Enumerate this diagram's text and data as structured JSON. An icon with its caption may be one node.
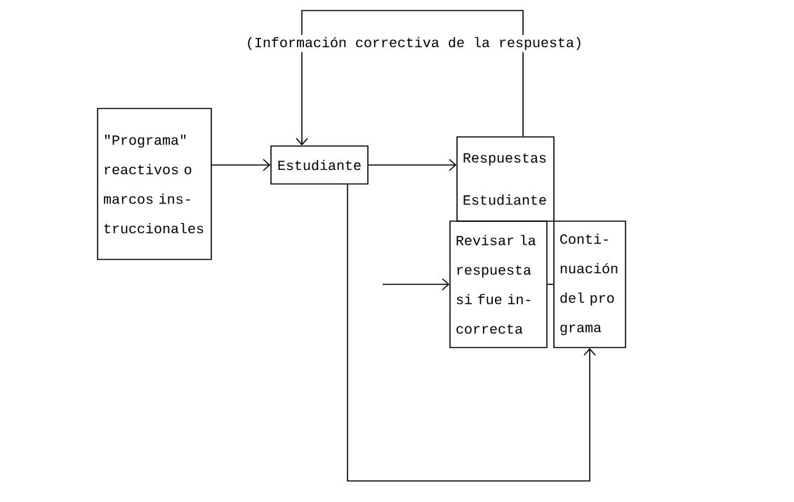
{
  "diagram": {
    "nodes": [
      {
        "text": [
          "\"Programa\" reactivos o marcos ins- truccionales"
        ]
      },
      {
        "text": [
          "Estudiante"
        ]
      },
      {
        "text": [
          "Respuestas Estudiante"
        ]
      },
      {
        "text": [
          "Revisar la respuesta si fue in- correcta"
        ]
      },
      {
        "text": [
          "Conti- nuación del pro grama"
        ]
      }
    ],
    "edges": [
      {
        "from": 0,
        "to": 1,
        "arrow": "to"
      },
      {
        "from": 1,
        "to": 2,
        "arrow": "to"
      },
      {
        "from": 2,
        "to": 1,
        "arrow": "to",
        "label": "(Información correctiva de la respuesta)"
      },
      {
        "from": null,
        "to": 3,
        "arrow": "to"
      },
      {
        "from": 3,
        "to": 4,
        "arrow": "none"
      },
      {
        "from": 1,
        "to": 4,
        "arrow": "to"
      }
    ]
  }
}
